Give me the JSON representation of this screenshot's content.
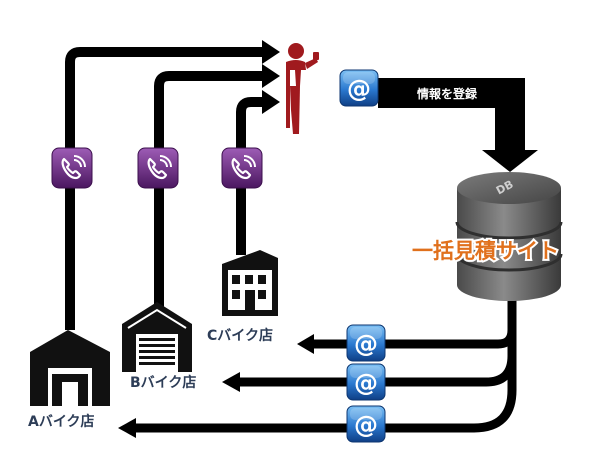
{
  "labels": {
    "register": "情報を登録",
    "site": "一括見積サイト",
    "db": "DB",
    "shop_a": "Aバイク店",
    "shop_b": "Bバイク店",
    "shop_c": "Cバイク店"
  },
  "icons": {
    "email": "@",
    "phone": "phone-icon",
    "person": "person-with-phone-icon",
    "database": "database-cylinder-icon",
    "warehouse": "warehouse-icon",
    "shop": "shop-building-icon"
  },
  "colors": {
    "arrow": "#000000",
    "email_badge": "#1f6fc4",
    "phone_badge": "#6a2c80",
    "person": "#a01a1e",
    "database": "#5a5a5a",
    "site_label": "#e0701c",
    "shop_label": "#2d3d57"
  }
}
